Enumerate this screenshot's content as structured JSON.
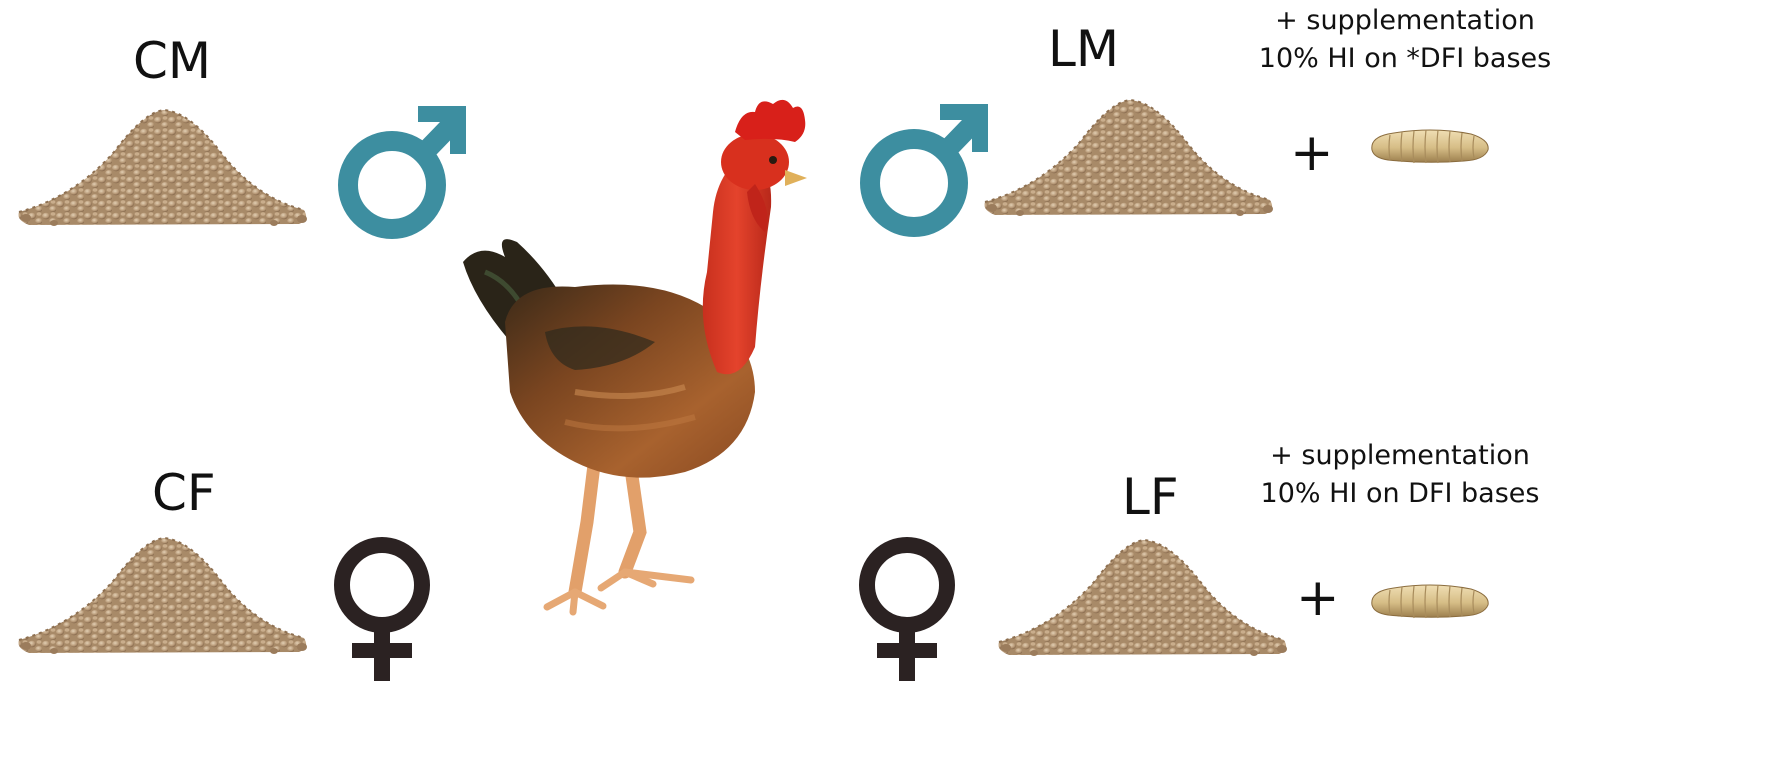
{
  "groups": {
    "cm": {
      "label": "CM",
      "sex": "male"
    },
    "lm": {
      "label": "LM",
      "sex": "male",
      "plus": "+",
      "note_line1": "+ supplementation",
      "note_line2": "10% HI on *DFI bases"
    },
    "cf": {
      "label": "CF",
      "sex": "female"
    },
    "lf": {
      "label": "LF",
      "sex": "female",
      "plus": "+",
      "note_line1": "+ supplementation",
      "note_line2": "10% HI on DFI bases"
    }
  },
  "icons": {
    "male": "male-symbol-icon",
    "female": "female-symbol-icon",
    "feed": "feed-pellet-pile",
    "larva": "insect-larva",
    "bird": "naked-neck-chicken"
  },
  "colors": {
    "male": "#3d8ea0",
    "female": "#2b2222",
    "pellet": "#b89a78",
    "larva": "#d8c28e",
    "comb": "#d8201a",
    "plumage": "#8a4a22"
  }
}
